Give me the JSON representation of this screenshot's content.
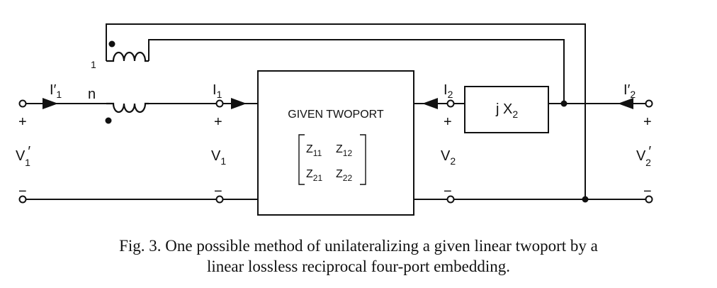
{
  "box": {
    "title": "GIVEN TWOPORT",
    "matrix": {
      "z11": {
        "base": "Z",
        "sub": "11"
      },
      "z12": {
        "base": "Z",
        "sub": "12"
      },
      "z21": {
        "base": "Z",
        "sub": "21"
      },
      "z22": {
        "base": "Z",
        "sub": "22"
      }
    }
  },
  "reactance": {
    "base": "j X",
    "sub": "2"
  },
  "transformer": {
    "primary_turns": "1",
    "secondary_turns": "n"
  },
  "currents": {
    "i1p": {
      "base": "I",
      "prime": "′",
      "sub": "1"
    },
    "i1": {
      "base": "I",
      "sub": "1"
    },
    "i2": {
      "base": "I",
      "sub": "2"
    },
    "i2p": {
      "base": "I",
      "prime": "′",
      "sub": "2"
    }
  },
  "voltages": {
    "v1p": {
      "base": "V",
      "prime": "′",
      "sub": "1"
    },
    "v1": {
      "base": "V",
      "sub": "1"
    },
    "v2": {
      "base": "V",
      "sub": "2"
    },
    "v2p": {
      "base": "V",
      "prime": "′",
      "sub": "2"
    }
  },
  "polarity": {
    "plus": "+",
    "minus": "−"
  },
  "caption": {
    "line1": "Fig. 3.  One possible method of unilateralizing a given linear twoport by a",
    "line2": "linear lossless reciprocal four-port embedding."
  }
}
